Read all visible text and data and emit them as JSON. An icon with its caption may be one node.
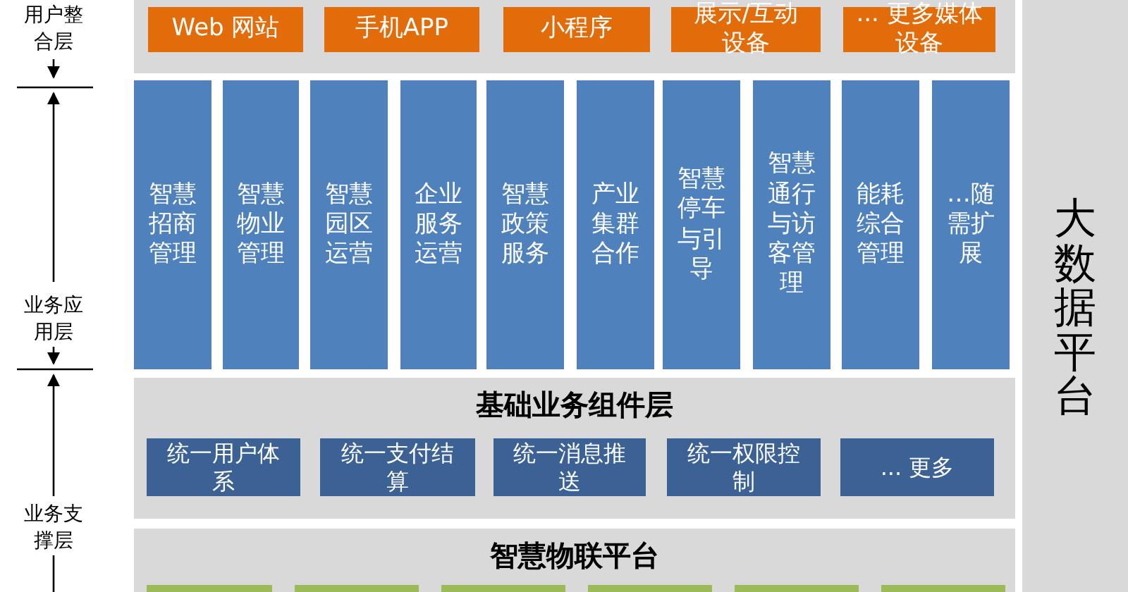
{
  "diagram": {
    "nodes": [
      {
        "text": [],
        "shape": "box"
      },
      {
        "text": [
          "Web 网站"
        ],
        "in": 0
      },
      {
        "text": [
          "手机APP"
        ],
        "in": 0
      },
      {
        "text": [
          "小程序"
        ],
        "in": 0
      },
      {
        "text": [
          "展示/互动设备"
        ],
        "in": 0
      },
      {
        "text": [
          "... 更多媒体设备"
        ],
        "in": 0
      },
      {
        "text": [
          "智慧招商管理"
        ]
      },
      {
        "text": [
          "智慧物业管理"
        ]
      },
      {
        "text": [
          "智慧园区运营"
        ]
      },
      {
        "text": [
          "企业服务运营"
        ]
      },
      {
        "text": [
          "智慧政策服务"
        ]
      },
      {
        "text": [
          "产业集群合作"
        ]
      },
      {
        "text": [
          "智慧停车与引导"
        ]
      },
      {
        "text": [
          "智慧通行与访客管理"
        ]
      },
      {
        "text": [
          "能耗综合管理"
        ]
      },
      {
        "text": [
          "…随需扩展"
        ]
      },
      {
        "text": [
          "基础业务组件层"
        ]
      },
      {
        "text": [
          "统一用户体系"
        ],
        "in": 16
      },
      {
        "text": [
          "统一支付结算"
        ],
        "in": 16
      },
      {
        "text": [
          "统一消息推送"
        ],
        "in": 16
      },
      {
        "text": [
          "统一权限控制"
        ],
        "in": 16
      },
      {
        "text": [
          "... 更多"
        ],
        "in": 16
      },
      {
        "text": [
          "智慧物联平台"
        ]
      },
      {
        "text": [],
        "shape": "box",
        "in": 22
      },
      {
        "text": [],
        "shape": "box",
        "in": 22
      },
      {
        "text": [],
        "shape": "box",
        "in": 22
      },
      {
        "text": [],
        "shape": "box",
        "in": 22
      },
      {
        "text": [],
        "shape": "box",
        "in": 22
      },
      {
        "text": [],
        "shape": "box",
        "in": 22
      },
      {
        "text": [
          "大数据平台"
        ]
      }
    ],
    "labels": [
      "用户整合层",
      "业务应用层",
      "业务支撑层"
    ]
  }
}
